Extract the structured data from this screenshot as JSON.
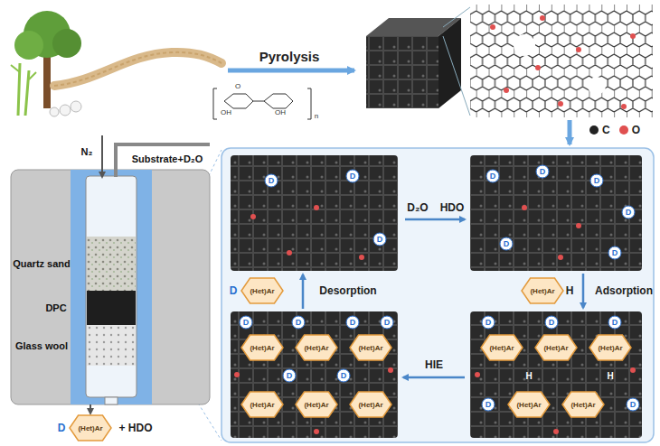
{
  "diagram": {
    "nodes": [
      {
        "text": [
          "(Het)Ar"
        ]
      },
      {
        "text": [
          "(Het)Ar"
        ]
      },
      {
        "text": [
          "(Het)Ar"
        ]
      },
      {
        "text": [
          "(Het)Ar"
        ]
      },
      {
        "text": [
          "(Het)Ar"
        ]
      },
      {
        "text": [
          "(Het)Ar"
        ]
      },
      {
        "text": [
          "(Het)Ar"
        ]
      },
      {
        "text": [
          "(Het)Ar"
        ]
      },
      {
        "text": [
          "(Het)Ar"
        ]
      },
      {
        "text": [
          "(Het)Ar"
        ]
      },
      {
        "text": [
          "(Het)Ar"
        ]
      },
      {
        "text": [
          "(Het)Ar"
        ]
      },
      {
        "text": [
          "(Het)Ar"
        ]
      },
      {
        "text": [
          "(Het)Ar"
        ]
      }
    ],
    "labels": [
      "Pyrolysis",
      "Substrate+D₂O",
      "N₂",
      "Quartz sand",
      "DPC",
      "Glass wool",
      "D",
      "+ HDO",
      "D₂O",
      "HDO",
      "Adsorption",
      "H",
      "HIE",
      "Desorption",
      "D",
      "O",
      "OH",
      "OH",
      "n",
      "D",
      "D",
      "D",
      "D",
      "D",
      "D",
      "D",
      "D",
      "D",
      "D",
      "D",
      "D",
      "D",
      "D",
      "D",
      "D",
      "D",
      "D",
      "D",
      "D",
      "H",
      "H"
    ],
    "legend": [
      {
        "text": "C",
        "color": "#222222"
      },
      {
        "text": "O",
        "color": "#e05050"
      }
    ]
  }
}
